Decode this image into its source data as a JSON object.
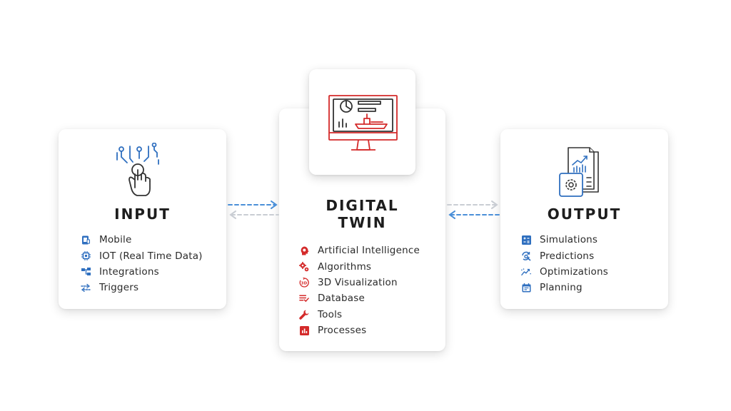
{
  "input": {
    "title": "INPUT",
    "items": [
      {
        "label": "Mobile",
        "icon": "mobile-icon"
      },
      {
        "label": "IOT (Real Time Data)",
        "icon": "chip-icon"
      },
      {
        "label": "Integrations",
        "icon": "integrations-icon"
      },
      {
        "label": "Triggers",
        "icon": "triggers-icon"
      }
    ]
  },
  "digital_twin": {
    "title_line1": "DIGITAL",
    "title_line2": "TWIN",
    "items": [
      {
        "label": "Artificial Intelligence",
        "icon": "ai-head-icon"
      },
      {
        "label": "Algorithms",
        "icon": "gears-icon"
      },
      {
        "label": "3D Visualization",
        "icon": "3d-rotate-icon"
      },
      {
        "label": "Database",
        "icon": "database-list-icon"
      },
      {
        "label": "Tools",
        "icon": "wrench-icon"
      },
      {
        "label": "Processes",
        "icon": "bar-chart-icon"
      }
    ]
  },
  "output": {
    "title": "OUTPUT",
    "items": [
      {
        "label": "Simulations",
        "icon": "calculator-icon"
      },
      {
        "label": "Predictions",
        "icon": "refresh-search-icon"
      },
      {
        "label": "Optimizations",
        "icon": "trend-icon"
      },
      {
        "label": "Planning",
        "icon": "calendar-icon"
      }
    ]
  },
  "colors": {
    "blue": "#2f6fbf",
    "red": "#d42a2a",
    "arrow_blue": "#4a8fd8",
    "arrow_grey": "#c9cdd3",
    "title": "#1d1d1d"
  }
}
